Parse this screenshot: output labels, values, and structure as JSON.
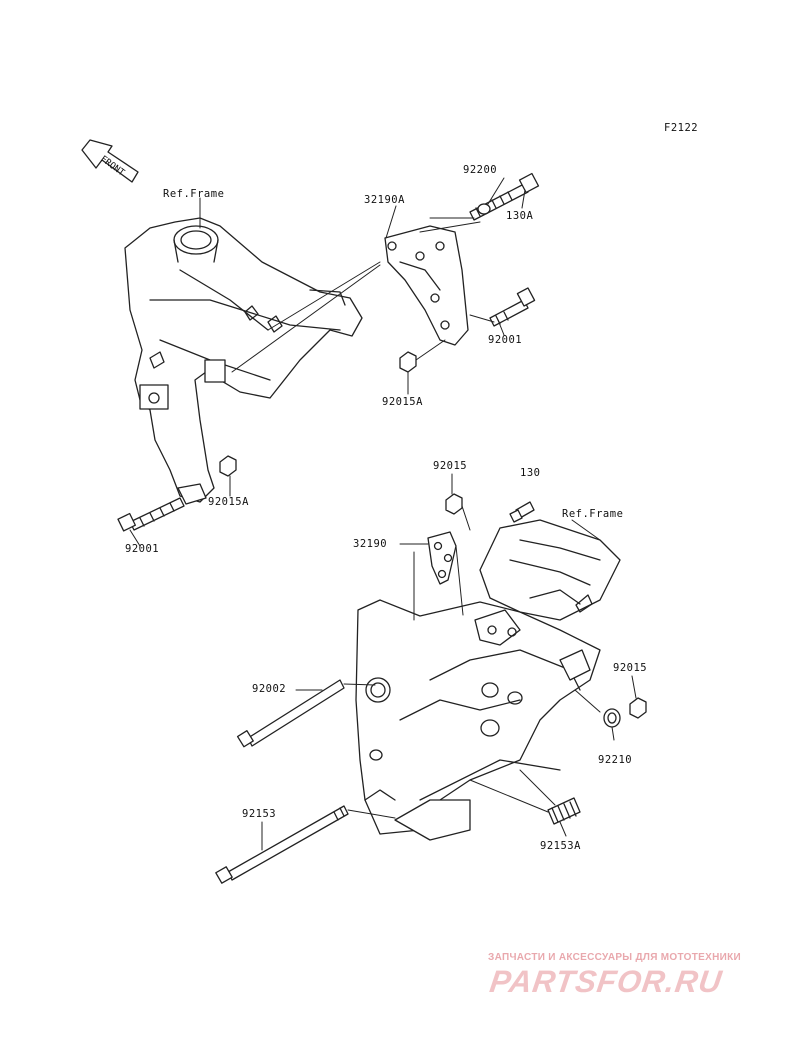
{
  "figure_code": "F2122",
  "front_marker": "FRONT",
  "ref_frame_label": "Ref.Frame",
  "parts": {
    "p92200": "92200",
    "p130A": "130A",
    "p32190A": "32190A",
    "p92001_upper": "92001",
    "p92015A_upper": "92015A",
    "p92015A_lower": "92015A",
    "p92001_lower": "92001",
    "p92015_top": "92015",
    "p130": "130",
    "p32190": "32190",
    "p92002": "92002",
    "p92015_right": "92015",
    "p92210": "92210",
    "p92153": "92153",
    "p92153A": "92153A"
  },
  "watermark": {
    "tagline": "ЗАПЧАСТИ И АКСЕССУАРЫ ДЛЯ МОТОТЕХНИКИ",
    "logo": "PARTSFOR.RU",
    "color": "#e9a8ad"
  }
}
